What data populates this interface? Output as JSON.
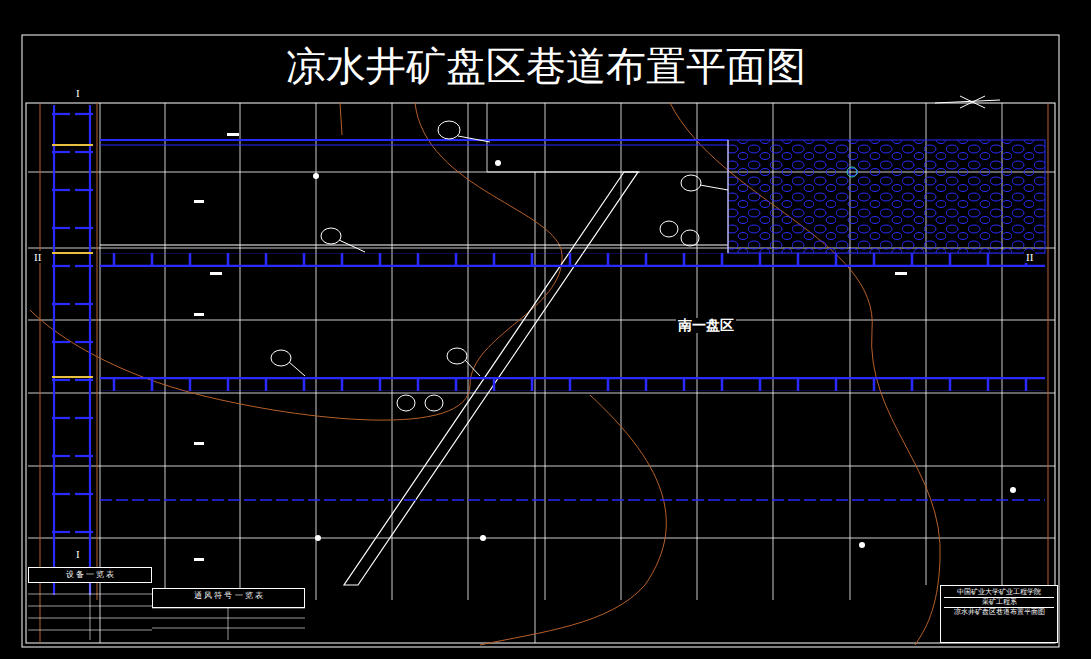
{
  "diagram": {
    "title": "凉水井矿盘区巷道布置平面图",
    "nodes": [
      {
        "text": [
          "设 备 一 览 表"
        ]
      },
      {
        "text": [
          "通 风 符 号 一 览 表"
        ]
      },
      {
        "text": [
          "中国矿业大学矿业工程学院",
          "采矿工程系",
          "凉水井矿盘区巷道布置平面图"
        ]
      }
    ],
    "edges": [],
    "labels": [
      "南一盘区",
      "I",
      "I",
      "II",
      "II"
    ]
  }
}
